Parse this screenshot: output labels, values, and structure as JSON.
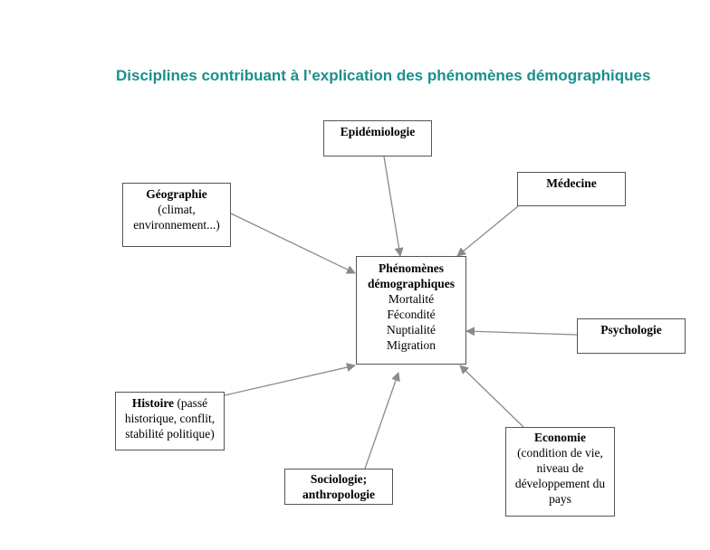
{
  "title": "Disciplines contribuant à l’explication des phénomènes démographiques",
  "center": {
    "heading_1": "Phénomènes",
    "heading_2": "démographiques",
    "items": [
      "Mortalité",
      "Fécondité",
      "Nuptialité",
      "Migration"
    ]
  },
  "disciplines": {
    "epidemiologie": "Epidémiologie",
    "medecine": "Médecine",
    "geographie": {
      "name": "Géographie",
      "detail_1": "(climat,",
      "detail_2": "environnement...)"
    },
    "psychologie": "Psychologie",
    "histoire": {
      "name": "Histoire",
      "detail_1": " (passé",
      "detail_2": "historique, conflit,",
      "detail_3": "stabilité politique)"
    },
    "sociologie": {
      "line_1": "Sociologie;",
      "line_2": "anthropologie"
    },
    "economie": {
      "name": "Economie",
      "detail_1": "(condition de vie,",
      "detail_2": "niveau de",
      "detail_3": "développement du",
      "detail_4": "pays"
    }
  },
  "colors": {
    "title": "#1a8f8c",
    "arrow": "#8a8a8a",
    "border": "#555555"
  }
}
